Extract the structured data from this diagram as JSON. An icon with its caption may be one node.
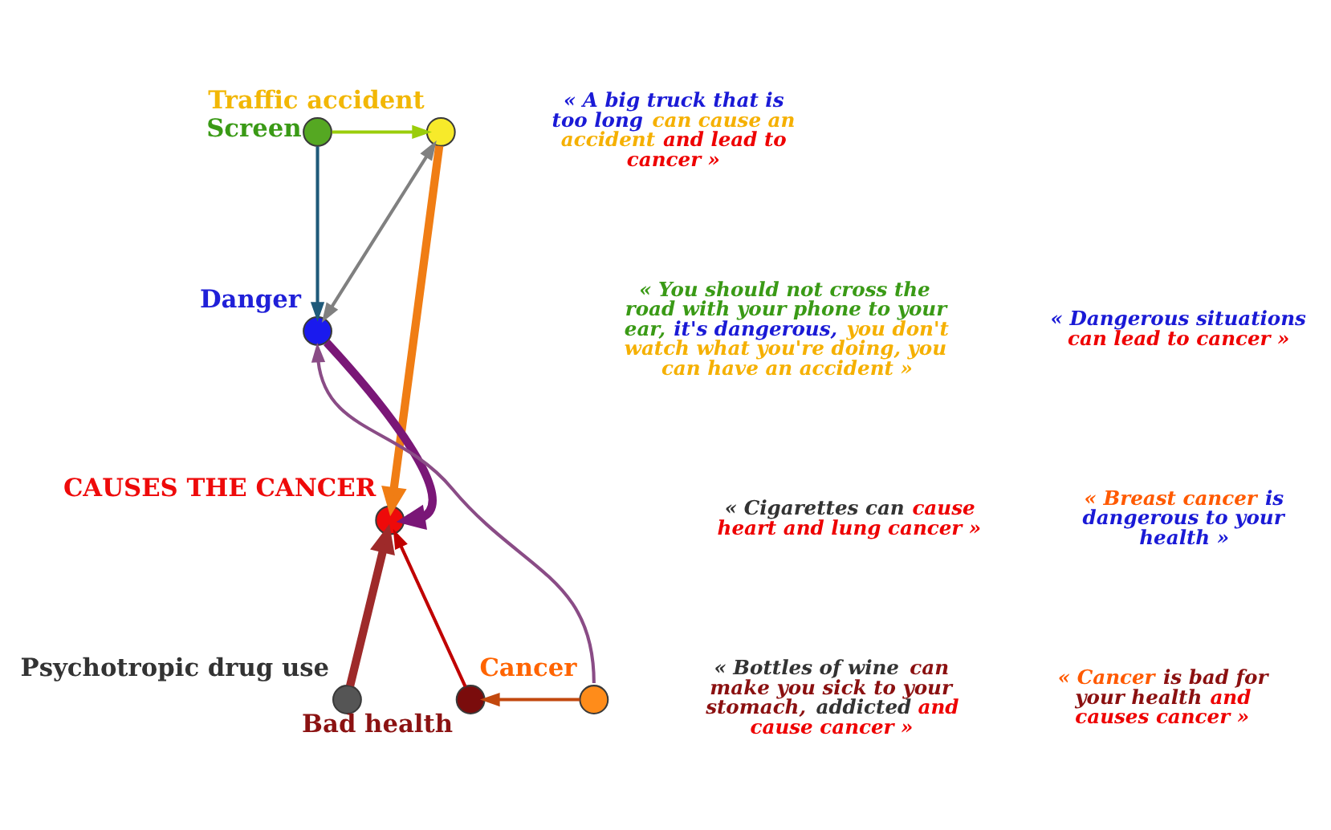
{
  "diagram": {
    "nodes": [
      {
        "text": [
          "Traffic accident"
        ]
      },
      {
        "text": [
          "Screen"
        ]
      },
      {
        "text": [
          "Danger"
        ]
      },
      {
        "text": [
          "CAUSES THE CANCER"
        ]
      },
      {
        "text": [
          "Psychotropic drug use"
        ]
      },
      {
        "text": [
          "Bad health"
        ]
      },
      {
        "text": [
          "Cancer"
        ]
      }
    ],
    "edges": [
      {
        "from": 1,
        "to": 0,
        "arrow": "to",
        "color": "#9acd0a"
      },
      {
        "from": 0,
        "to": 2,
        "arrow": "both",
        "color": "#808080"
      },
      {
        "from": 1,
        "to": 2,
        "arrow": "to",
        "color": "#1f5a7a"
      },
      {
        "from": 0,
        "to": 3,
        "arrow": "to",
        "style": "thick",
        "color": "#f07d14"
      },
      {
        "from": 2,
        "to": 3,
        "arrow": "to",
        "style": "thick",
        "color": "#7a1777"
      },
      {
        "from": 4,
        "to": 3,
        "arrow": "to",
        "style": "thick",
        "color": "#9e2a2a"
      },
      {
        "from": 5,
        "to": 3,
        "arrow": "to",
        "color": "#c00000"
      },
      {
        "from": 6,
        "to": 5,
        "arrow": "to",
        "color": "#c2480e"
      },
      {
        "from": 6,
        "to": 2,
        "arrow": "to",
        "color": "#8a4c86"
      }
    ],
    "labels": [
      "« A big truck that is too long can cause an accident and lead to cancer »",
      "« You should not cross the road with your phone to your ear, it's dangerous, you don't watch what you're doing, you can have an accident »",
      "« Dangerous situations can lead to cancer »",
      "« Cigarettes can cause heart and lung cancer »",
      "« Breast cancer is dangerous to your health »",
      "« Bottles of wine can make you sick to your stomach, addicted and cause cancer »",
      "« Cancer is bad for your health and causes cancer »"
    ]
  }
}
